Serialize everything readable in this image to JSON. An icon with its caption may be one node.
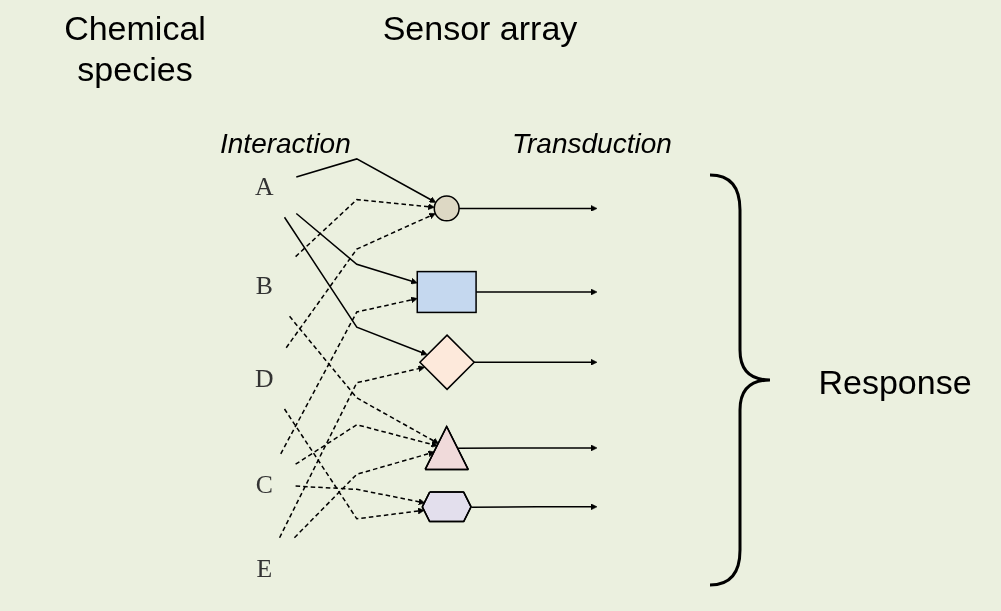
{
  "diagram": {
    "nodes": [
      {
        "text": [
          "A"
        ]
      },
      {
        "text": [
          "B"
        ]
      },
      {
        "text": [
          "C"
        ]
      },
      {
        "text": [
          "D"
        ]
      },
      {
        "text": [
          "E"
        ]
      },
      {
        "text": [],
        "shape": "circle"
      },
      {
        "text": [],
        "shape": "box"
      },
      {
        "text": [],
        "shape": "triangle"
      },
      {
        "text": [],
        "shape": "diamond"
      },
      {
        "text": [],
        "shape": "hexagon"
      }
    ],
    "edges": [
      {
        "from": 0,
        "to": 5,
        "arrow": "to"
      },
      {
        "from": 0,
        "to": 6,
        "arrow": "to"
      },
      {
        "from": 0,
        "to": 8,
        "arrow": "to"
      },
      {
        "from": 1,
        "to": 5,
        "arrow": "to",
        "style": "dashed"
      },
      {
        "from": 1,
        "to": 7,
        "arrow": "to",
        "style": "dashed"
      },
      {
        "from": 2,
        "to": 6,
        "arrow": "to",
        "style": "dashed"
      },
      {
        "from": 2,
        "to": 7,
        "arrow": "to",
        "style": "dashed"
      },
      {
        "from": 2,
        "to": 9,
        "arrow": "to",
        "style": "dashed"
      },
      {
        "from": 3,
        "to": 5,
        "arrow": "to",
        "style": "dashed"
      },
      {
        "from": 3,
        "to": 9,
        "arrow": "to",
        "style": "dashed"
      },
      {
        "from": 4,
        "to": 7,
        "arrow": "to",
        "style": "dashed"
      },
      {
        "from": 4,
        "to": 8,
        "arrow": "to",
        "style": "dashed"
      },
      {
        "from": 5,
        "to": null,
        "arrow": "to"
      },
      {
        "from": 6,
        "to": null,
        "arrow": "to"
      },
      {
        "from": 7,
        "to": null,
        "arrow": "to"
      },
      {
        "from": 8,
        "to": null,
        "arrow": "to"
      },
      {
        "from": 9,
        "to": null,
        "arrow": "to"
      }
    ],
    "labels": [
      "Chemical species",
      "Sensor array",
      "Interaction",
      "Transduction",
      "Response"
    ]
  }
}
